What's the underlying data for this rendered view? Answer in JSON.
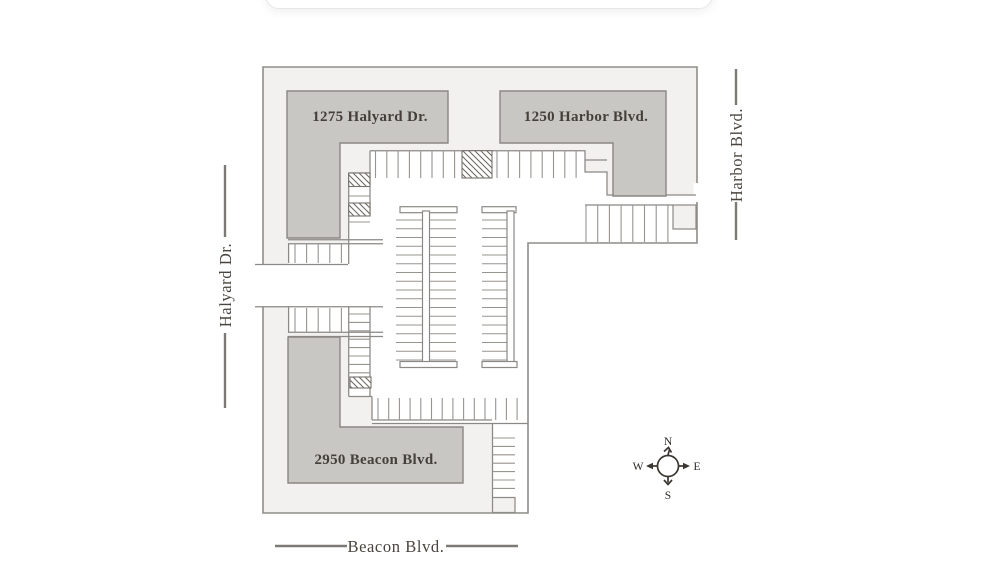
{
  "map": {
    "buildings": [
      {
        "label": "1275 Halyard Dr."
      },
      {
        "label": "1250 Harbor Blvd."
      },
      {
        "label": "2950 Beacon Blvd."
      }
    ],
    "streets": {
      "west": "Halyard Dr.",
      "east": "Harbor Blvd.",
      "south": "Beacon Blvd."
    },
    "compass": {
      "north": "N",
      "south": "S",
      "east": "E",
      "west": "W"
    },
    "colors": {
      "parcel_fill": "#f2f1ef",
      "building_fill": "#c8c7c4",
      "plan_line": "#8b8885",
      "label_text": "#453f39"
    }
  }
}
